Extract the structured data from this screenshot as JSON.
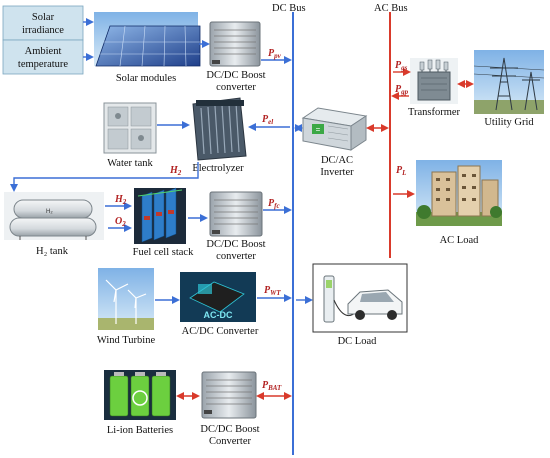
{
  "buses": {
    "dc_label": "DC Bus",
    "ac_label": "AC Bus"
  },
  "inputs": {
    "solar_irradiance": [
      "Solar",
      "irradiance"
    ],
    "ambient_temperature": [
      "Ambient",
      "temperature"
    ]
  },
  "components": {
    "solar_modules": "Solar modules",
    "dcdc_boost_pv": [
      "DC/DC Boost",
      "converter"
    ],
    "water_tank": "Water tank",
    "electrolyzer": "Electrolyzer",
    "dcac_inverter": [
      "DC/AC",
      "Inverter"
    ],
    "transformer": "Transformer",
    "utility_grid": "Utility Grid",
    "h2_tank": "H₂ tank",
    "fuel_cell_stack": "Fuel cell stack",
    "dcdc_boost_fc": [
      "DC/DC Boost",
      "converter"
    ],
    "ac_load": "AC Load",
    "wind_turbine": "Wind Turbine",
    "acdc_converter": "AC/DC Converter",
    "dc_load": "DC Load",
    "li_ion_batteries": "Li-ion Batteries",
    "dcdc_boost_bat": [
      "DC/DC Boost",
      "Converter"
    ]
  },
  "flows": {
    "p_pv": {
      "main": "P",
      "sub": "pv"
    },
    "p_el": {
      "main": "P",
      "sub": "el"
    },
    "p_fc": {
      "main": "P",
      "sub": "fc"
    },
    "p_wt": {
      "main": "P",
      "sub": "WT"
    },
    "p_bat": {
      "main": "P",
      "sub": "BAT"
    },
    "p_gs": {
      "main": "P",
      "sub": "gs"
    },
    "p_gp": {
      "main": "P",
      "sub": "gp"
    },
    "p_l": {
      "main": "P",
      "sub": "L"
    },
    "h2_a": {
      "main": "H",
      "sub": "2"
    },
    "h2_b": {
      "main": "H",
      "sub": "2"
    },
    "o2": {
      "main": "O",
      "sub": "2"
    }
  },
  "icon_text": {
    "ac_dc_chip": "AC-DC"
  },
  "colors": {
    "dc_bus": "#3b6fd6",
    "ac_bus": "#d93a2b",
    "power_label": "#b22222",
    "input_box": "#cfe3ee"
  }
}
